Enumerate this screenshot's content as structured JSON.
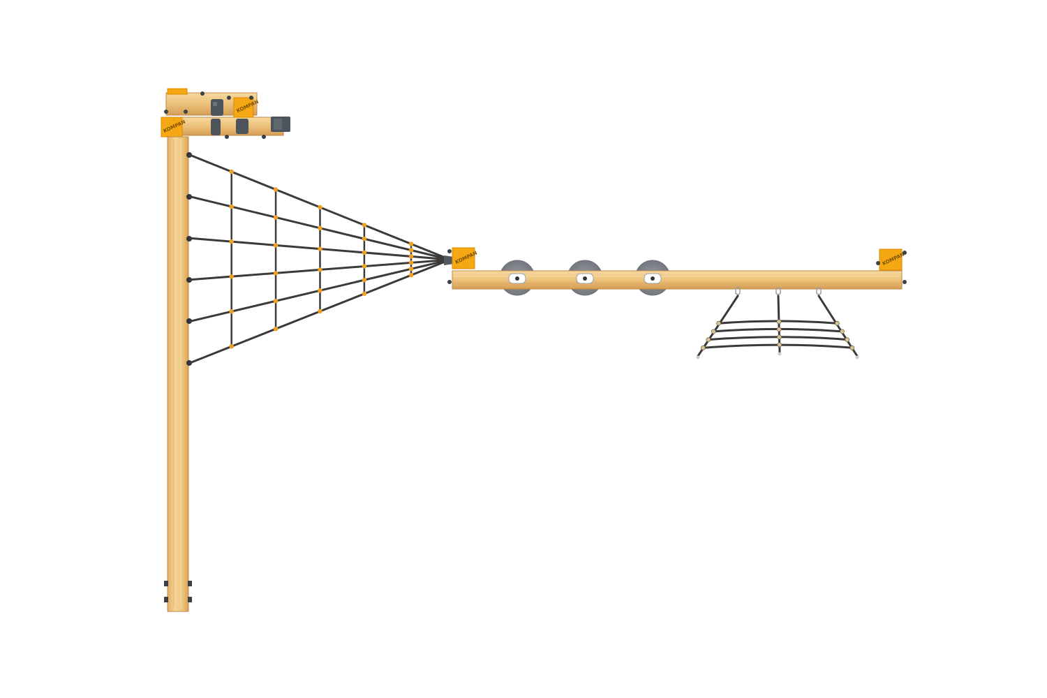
{
  "scene": {
    "subject": "playground equipment top-down plan view",
    "colors": {
      "background": "#ffffff",
      "wood_light": "#f2cf8f",
      "wood_mid": "#e7b56c",
      "wood_dark": "#c98e45",
      "bracket": "#f5a814",
      "bracket_edge": "#d98a00",
      "rope": "#3a3a3a",
      "rope_knot": "#f0a020",
      "hardware": "#505860",
      "disc": "#8a8e94",
      "disc_dark": "#6e7278"
    },
    "brand_mark": "KOMPAN",
    "counts": {
      "spider_net_anchor_ropes": 6,
      "stepping_discs": 3,
      "ladder_rungs": 4,
      "climbing_holds": 4
    },
    "icons": [
      "climbing-hold-icon",
      "bracket-icon",
      "bolt-icon",
      "disc-icon",
      "carabiner-icon"
    ]
  }
}
